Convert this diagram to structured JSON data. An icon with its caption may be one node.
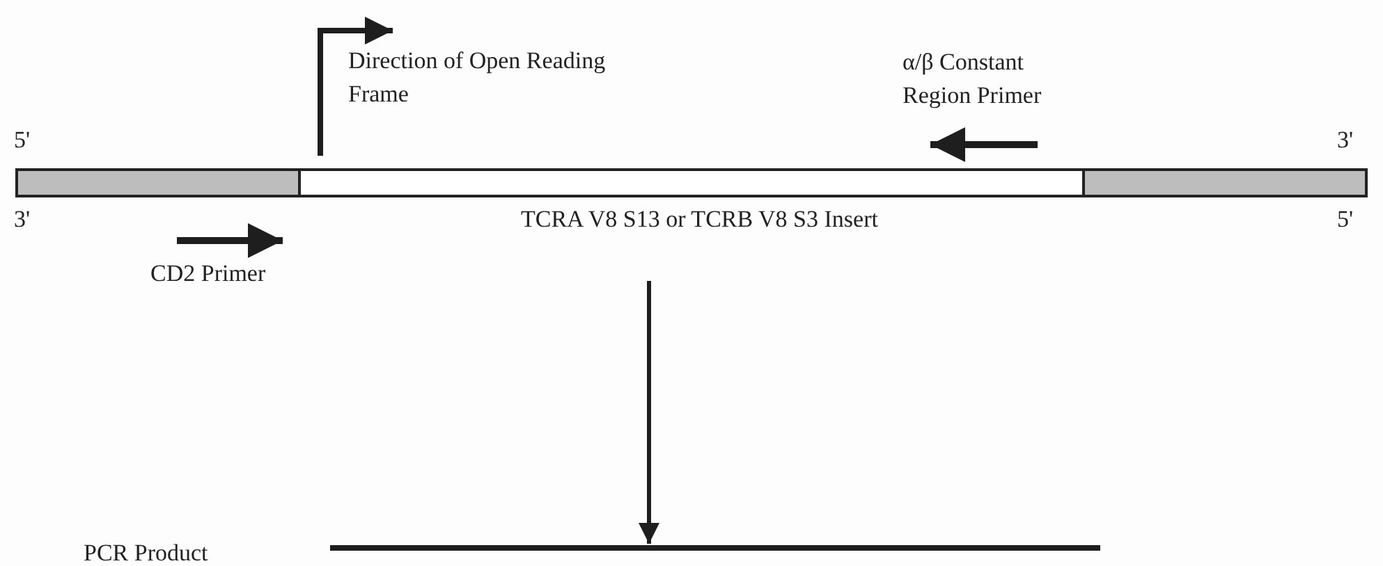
{
  "diagram": {
    "nodes": [
      {
        "text": [
          "TCRA V8 S13 or TCRB V8 S3 Insert"
        ]
      },
      {
        "text": [],
        "shape": "bar"
      }
    ],
    "edges": [
      {
        "from": 0,
        "to": 1,
        "arrow": "to"
      }
    ],
    "labels": [
      "Direction of Open Reading Frame",
      "α/β Constant Region Primer",
      "5'",
      "3'",
      "3'",
      "CD2 Primer",
      "5'",
      "PCR Product"
    ]
  }
}
